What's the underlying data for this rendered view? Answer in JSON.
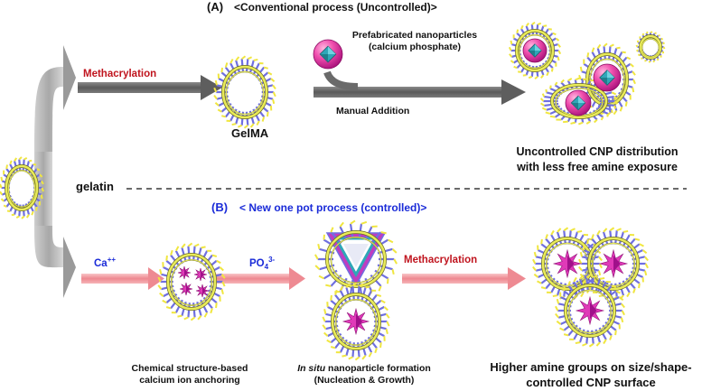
{
  "section_a": {
    "label": "(A)",
    "title": "<Conventional process (Uncontrolled)>",
    "step1": "Methacrylation",
    "product1": "GelMA",
    "nanoparticle_label_line1": "Prefabricated nanoparticles",
    "nanoparticle_label_line2": "(calcium phosphate)",
    "step2": "Manual Addition",
    "result_line1": "Uncontrolled CNP distribution",
    "result_line2": "with less free amine exposure"
  },
  "start_label": "gelatin",
  "section_b": {
    "label": "(B)",
    "title": "< New one pot process (controlled)>",
    "step1_ion": "Ca",
    "step1_ion_sup": "++",
    "step2_ion": "PO",
    "step2_ion_sub": "4",
    "step2_ion_sup": "3-",
    "step3": "Methacrylation",
    "caption1_line1": "Chemical structure-based",
    "caption1_line2": "calcium ion anchoring",
    "caption2_italic": "In situ",
    "caption2_rest": " nanoparticle formation",
    "caption2_line2": "(Nucleation & Growth)",
    "caption3_line1": "Higher amine groups on size/shape-",
    "caption3_line2": "controlled CNP surface"
  },
  "colors": {
    "arrow_dark": "#6e6e6e",
    "arrow_pink": "#f09aa0",
    "branch_grey": "#b4b4b4",
    "helix": "#e8ea5a",
    "spikes_blue": "#6f6fe0",
    "spikes_yellow": "#f0e640",
    "sphere_pink": "#ee3fa6",
    "octahedron": "#2fa7b8",
    "title_blue": "#1a2bd8",
    "label_red": "#c0141e"
  }
}
